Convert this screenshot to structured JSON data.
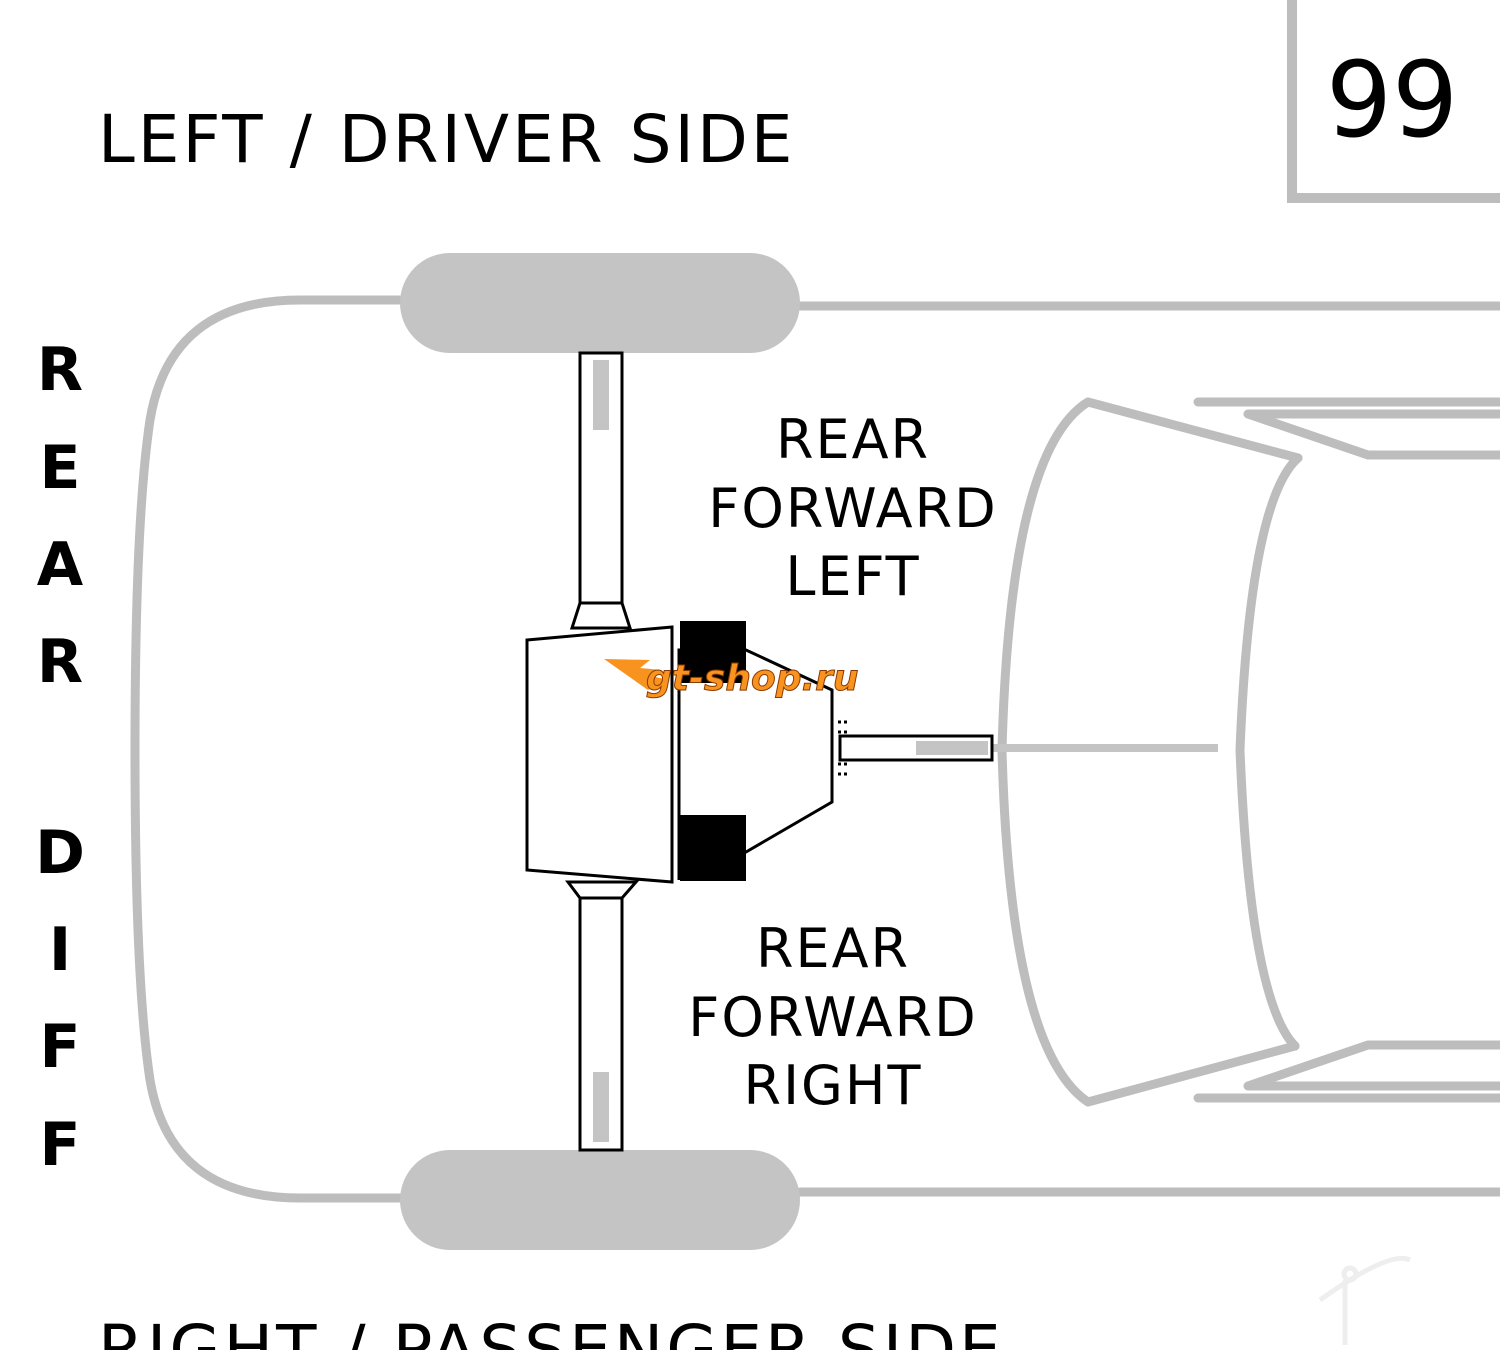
{
  "top_label": "LEFT / DRIVER SIDE",
  "bottom_label": "RIGHT / PASSENGER SIDE",
  "position_number": "99",
  "vertical_label_letters": [
    "R",
    "E",
    "A",
    "R",
    "D",
    "I",
    "F",
    "F"
  ],
  "mount_left": {
    "lines": [
      "REAR",
      "FORWARD",
      "LEFT"
    ]
  },
  "mount_right": {
    "lines": [
      "REAR",
      "FORWARD",
      "RIGHT"
    ]
  },
  "watermark": "gt-shop.ru",
  "colors": {
    "outline": "#bdbdbd",
    "tire": "#c4c4c4",
    "mount_block": "#000000",
    "watermark": "#f7931e",
    "text": "#000000"
  }
}
